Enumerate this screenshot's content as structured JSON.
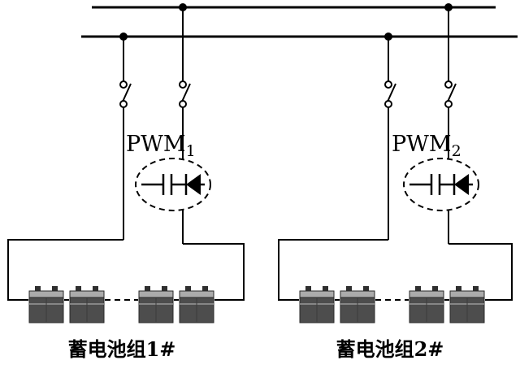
{
  "diagram": {
    "type": "circuit-schematic",
    "converters": [
      {
        "label": "PWM",
        "sub": "1"
      },
      {
        "label": "PWM",
        "sub": "2"
      }
    ],
    "battery_groups": [
      {
        "label": "蓄电池组1#",
        "batteries_shown": 4
      },
      {
        "label": "蓄电池组2#",
        "batteries_shown": 4
      }
    ],
    "colors": {
      "wire": "#000000",
      "battery_body": "#4d4d4d",
      "battery_top": "#ababab",
      "background": "#ffffff"
    }
  }
}
